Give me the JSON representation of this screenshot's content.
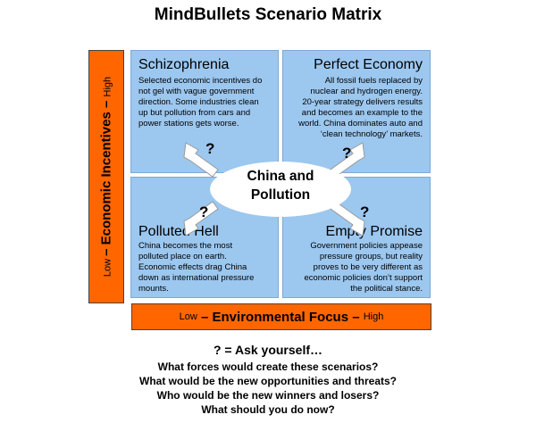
{
  "title": "MindBullets Scenario Matrix",
  "y_axis": {
    "low": "Low",
    "label": "Economic Incentives",
    "high": "High",
    "dash": "–"
  },
  "x_axis": {
    "low": "Low",
    "label": "Environmental Focus",
    "high": "High",
    "dash": "–"
  },
  "center": {
    "line1": "China and",
    "line2": "Pollution"
  },
  "quadrants": [
    {
      "title": "Schizophrenia",
      "lines": [
        "Selected economic incentives do",
        "not gel with vague government",
        "direction. Some industries clean",
        "up but pollution from cars and",
        "power stations gets worse."
      ]
    },
    {
      "title": "Perfect Economy",
      "lines": [
        "All fossil fuels replaced by",
        "nuclear and hydrogen energy.",
        "20-year strategy delivers results",
        "and becomes an example to the",
        "world. China dominates auto and",
        "‘clean technology’ markets."
      ]
    },
    {
      "title": "Polluted Hell",
      "lines": [
        "China becomes the most",
        "polluted place on earth.",
        "Economic effects drag China",
        "down as international pressure",
        "mounts."
      ]
    },
    {
      "title": "Empty Promise",
      "lines": [
        "Government policies appease",
        "pressure groups, but reality",
        "proves to be very different as",
        "economic policies don’t support",
        "the political stance."
      ]
    }
  ],
  "question_mark": "?",
  "footer": {
    "heading": "? = Ask yourself…",
    "questions": [
      "What forces would create these scenarios?",
      "What would be the new opportunities and threats?",
      "Who would be the new winners and losers?",
      "What should you do now?"
    ]
  },
  "colors": {
    "axis_bar": "#ff6600",
    "quadrant_fill": "#9cc7ef",
    "arrow": "#ffffff"
  }
}
